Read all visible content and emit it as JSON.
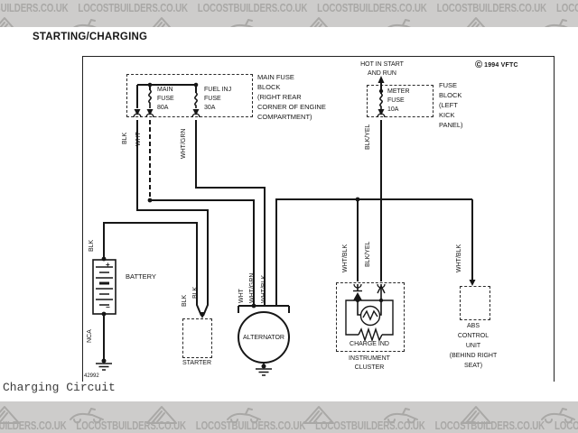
{
  "watermark": {
    "text": "LOCOSTBUILDERS.CO.UK"
  },
  "diagram": {
    "title": "STARTING/CHARGING",
    "copyright_symbol": "©",
    "copyright_text": "1994 VFTC",
    "figure_number": "42992",
    "caption": "Charging Circuit"
  },
  "main_fuse_block": {
    "callout": "MAIN FUSE\nBLOCK\n(RIGHT REAR\nCORNER OF ENGINE\nCOMPARTMENT)",
    "main_fuse": "MAIN\nFUSE\n80A",
    "fuel_inj_fuse": "FUEL INJ\nFUSE\n30A"
  },
  "left_fuse_block": {
    "hot_in": "HOT IN START\nAND RUN",
    "meter_fuse": "METER\nFUSE\n10A",
    "callout": "FUSE\nBLOCK\n(LEFT\nKICK\nPANEL)"
  },
  "components": {
    "battery": "BATTERY",
    "battery_positive": "+",
    "battery_negative": "−",
    "starter": "STARTER",
    "alternator": "ALTERNATOR",
    "charge_indicator": "CHARGE IND",
    "instrument_cluster": "INSTRUMENT\nCLUSTER",
    "abs_unit": "ABS\nCONTROL\nUNIT\n(BEHIND RIGHT\nSEAT)"
  },
  "wires": {
    "fuse_out_blk": "BLK",
    "fuse_out_wht": "WHT",
    "fuse_out_wht_grn": "WHT/GRN",
    "battery_feed": "BLK",
    "battery_ground": "NCA",
    "starter_feed_left": "BLK",
    "starter_feed_right": "BLK",
    "alt_wht": "WHT",
    "alt_wht_grn": "WHT/GRN",
    "alt_wht_blk": "WHT/BLK",
    "meter_out_upper": "BLK/YEL",
    "meter_out_lower": "BLK/YEL",
    "cluster_wht_blk": "WHT/BLK",
    "abs_wht_blk": "WHT/BLK"
  },
  "colors": {
    "banner_bg": "#cdcccb",
    "banner_fg": "#a9a8a6",
    "line": "#161616",
    "caption": "#3c3c3c"
  }
}
